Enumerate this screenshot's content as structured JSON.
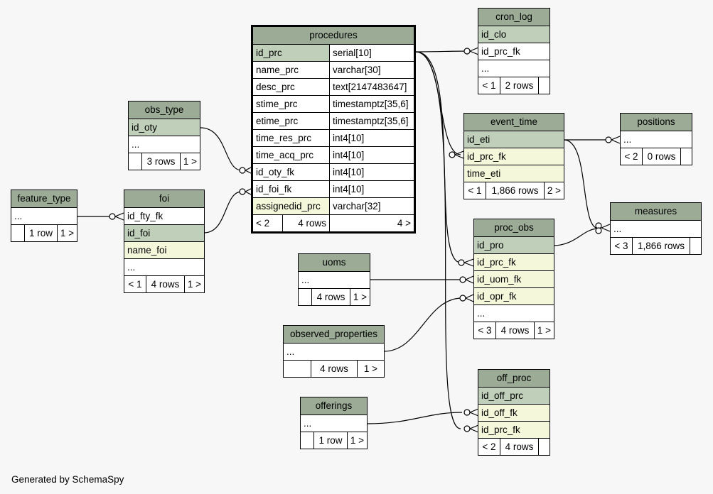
{
  "footer": "Generated by SchemaSpy",
  "colors": {
    "header": "#9bab96",
    "primary_key": "#bfcfb9",
    "foreign_key": "#f4f7da",
    "background": "#f7f7f7"
  },
  "tables": {
    "procedures": {
      "name": "procedures",
      "columns": [
        {
          "name": "id_prc",
          "type": "serial[10]"
        },
        {
          "name": "name_prc",
          "type": "varchar[30]"
        },
        {
          "name": "desc_prc",
          "type": "text[2147483647]"
        },
        {
          "name": "stime_prc",
          "type": "timestamptz[35,6]"
        },
        {
          "name": "etime_prc",
          "type": "timestamptz[35,6]"
        },
        {
          "name": "time_res_prc",
          "type": "int4[10]"
        },
        {
          "name": "time_acq_prc",
          "type": "int4[10]"
        },
        {
          "name": "id_oty_fk",
          "type": "int4[10]"
        },
        {
          "name": "id_foi_fk",
          "type": "int4[10]"
        },
        {
          "name": "assignedid_prc",
          "type": "varchar[32]"
        }
      ],
      "parents": "< 2",
      "rows": "4 rows",
      "children": "4 >"
    },
    "cron_log": {
      "name": "cron_log",
      "columns": [
        "id_clo",
        "id_prc_fk",
        "..."
      ],
      "parents": "< 1",
      "rows": "2 rows",
      "children": ""
    },
    "obs_type": {
      "name": "obs_type",
      "columns": [
        "id_oty",
        "..."
      ],
      "parents": "",
      "rows": "3 rows",
      "children": "1 >"
    },
    "event_time": {
      "name": "event_time",
      "columns": [
        "id_eti",
        "id_prc_fk",
        "time_eti"
      ],
      "parents": "< 1",
      "rows": "1,866 rows",
      "children": "2 >"
    },
    "positions": {
      "name": "positions",
      "columns": [
        "..."
      ],
      "parents": "< 2",
      "rows": "0 rows",
      "children": ""
    },
    "feature_type": {
      "name": "feature_type",
      "columns": [
        "..."
      ],
      "parents": "",
      "rows": "1 row",
      "children": "1 >"
    },
    "foi": {
      "name": "foi",
      "columns": [
        "id_fty_fk",
        "id_foi",
        "name_foi",
        "..."
      ],
      "parents": "< 1",
      "rows": "4 rows",
      "children": "1 >"
    },
    "measures": {
      "name": "measures",
      "columns": [
        "..."
      ],
      "parents": "< 3",
      "rows": "1,866 rows",
      "children": ""
    },
    "proc_obs": {
      "name": "proc_obs",
      "columns": [
        "id_pro",
        "id_prc_fk",
        "id_uom_fk",
        "id_opr_fk",
        "..."
      ],
      "parents": "< 3",
      "rows": "4 rows",
      "children": "1 >"
    },
    "uoms": {
      "name": "uoms",
      "columns": [
        "..."
      ],
      "parents": "",
      "rows": "4 rows",
      "children": "1 >"
    },
    "observed_properties": {
      "name": "observed_properties",
      "columns": [
        "..."
      ],
      "parents": "",
      "rows": "4 rows",
      "children": "1 >"
    },
    "off_proc": {
      "name": "off_proc",
      "columns": [
        "id_off_prc",
        "id_off_fk",
        "id_prc_fk"
      ],
      "parents": "< 2",
      "rows": "4 rows",
      "children": ""
    },
    "offerings": {
      "name": "offerings",
      "columns": [
        "..."
      ],
      "parents": "",
      "rows": "1 row",
      "children": "1 >"
    }
  }
}
